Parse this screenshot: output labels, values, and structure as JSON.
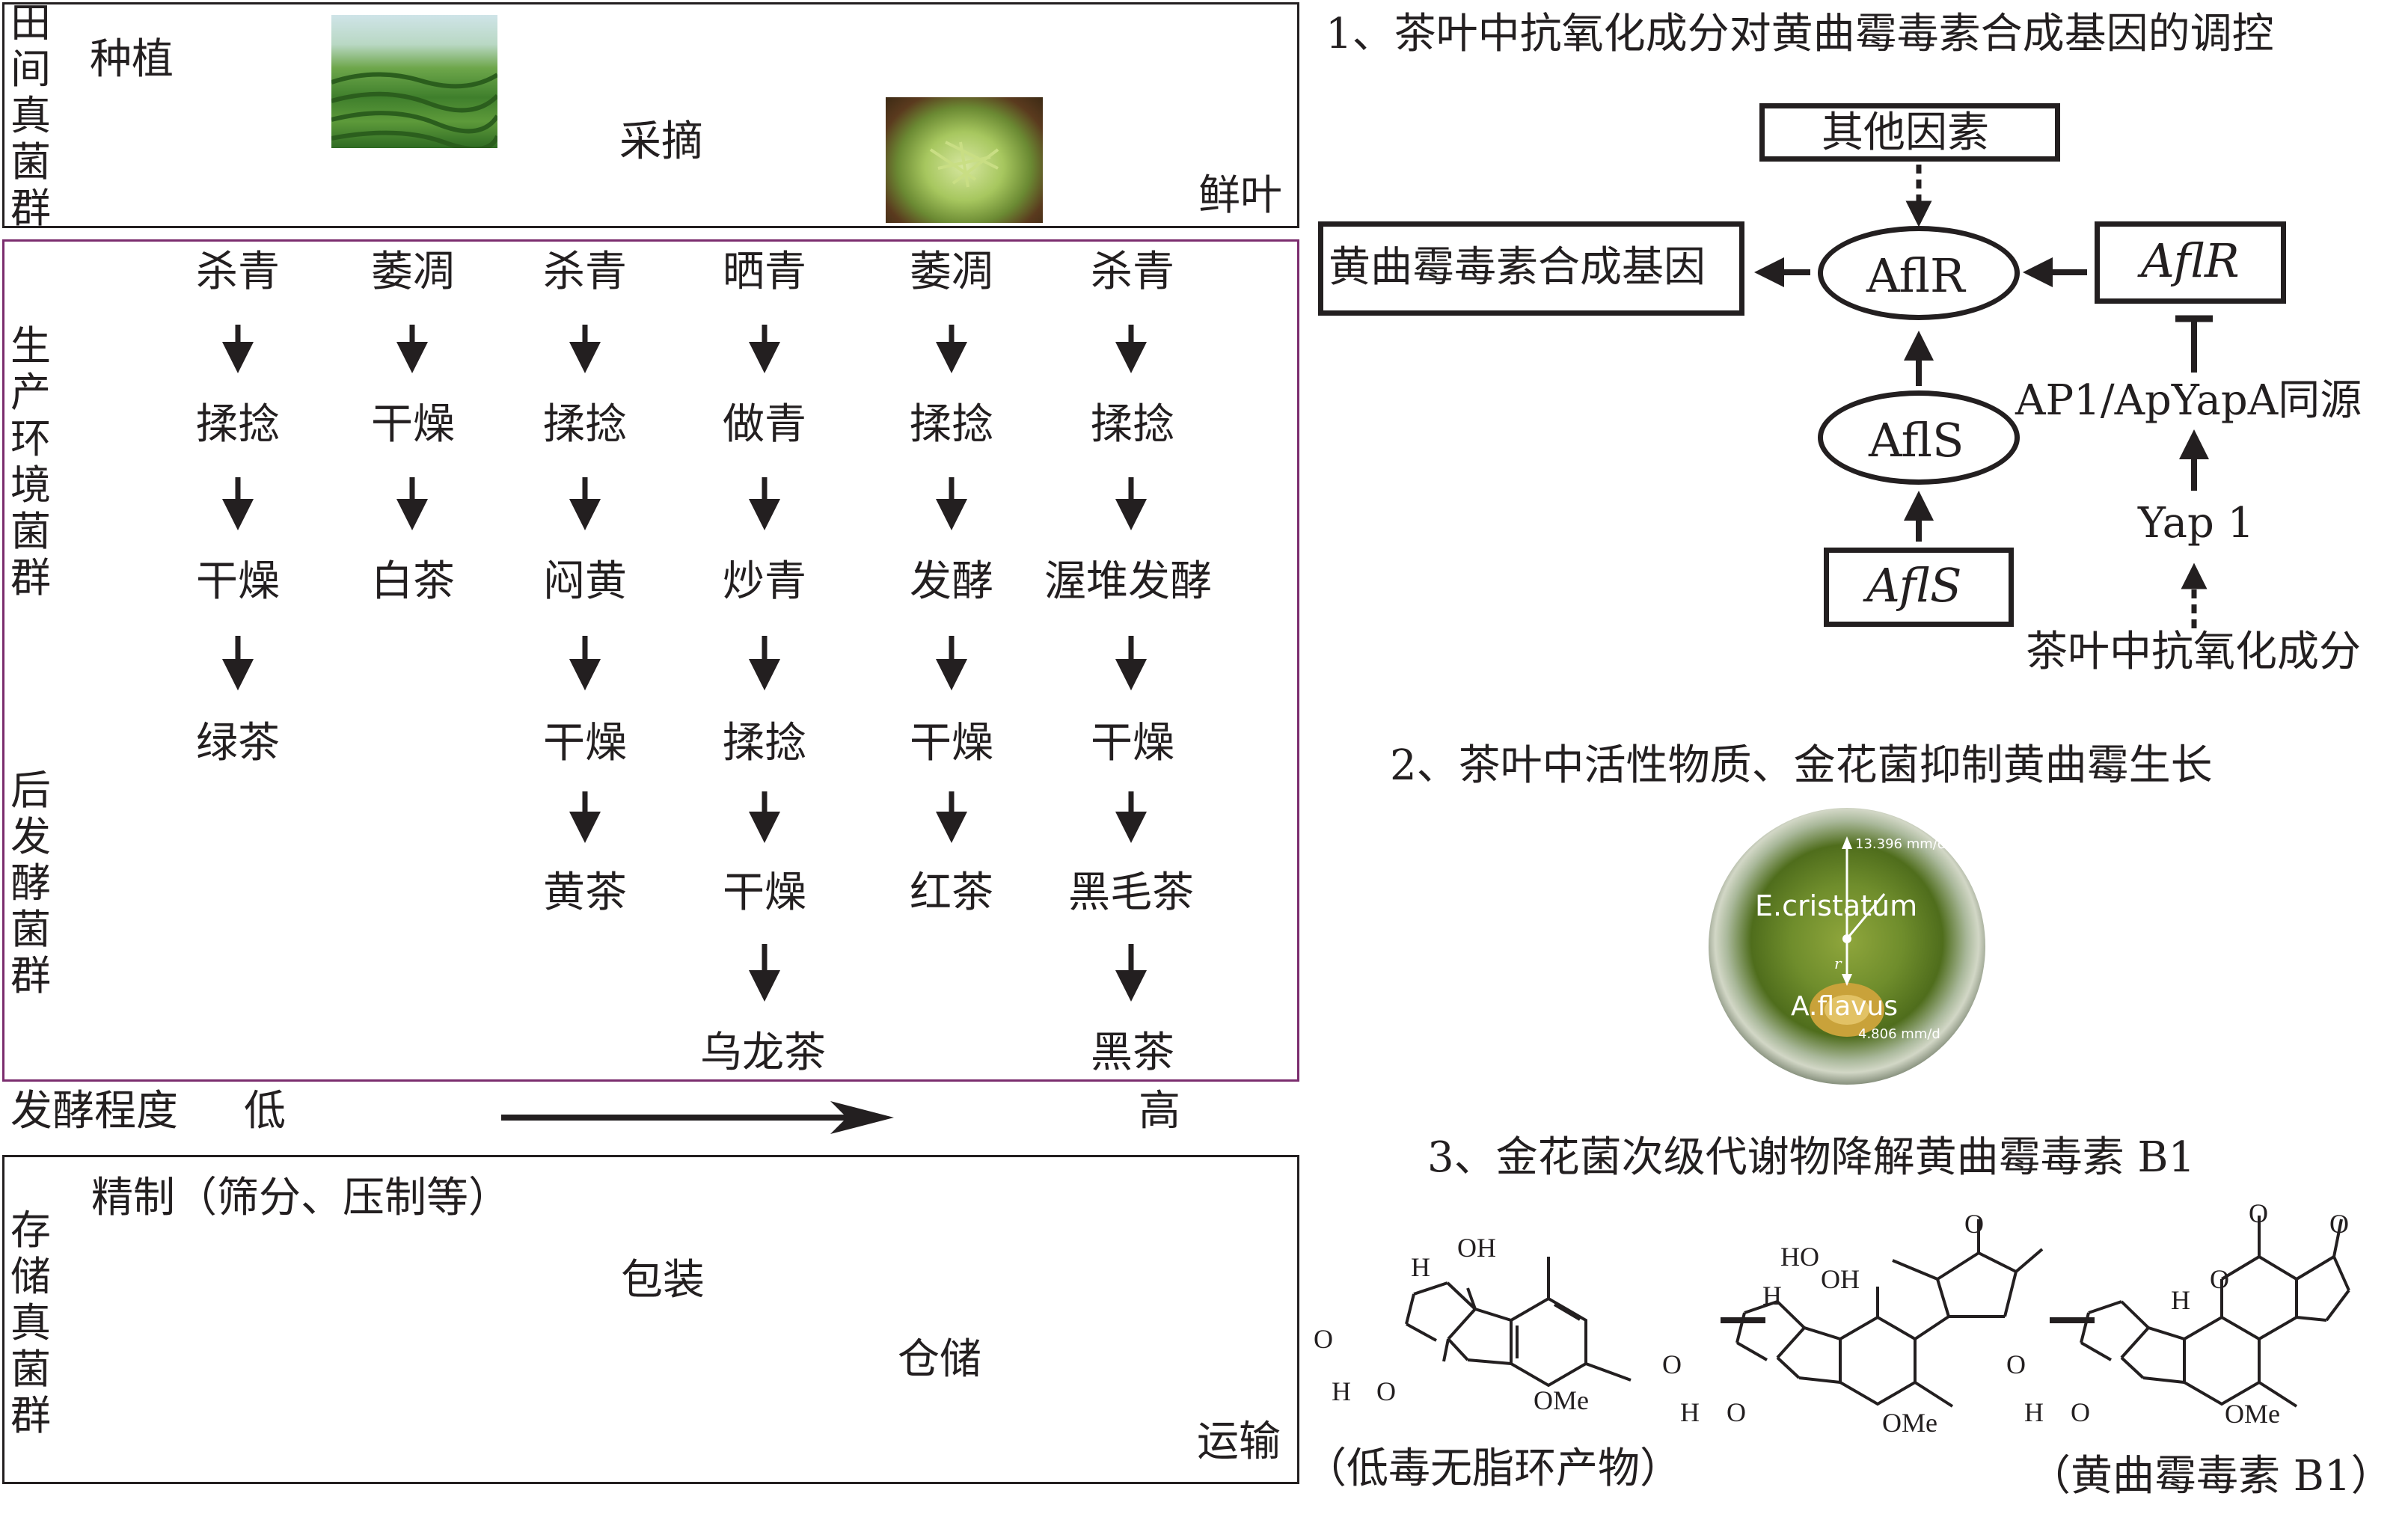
{
  "left": {
    "field": {
      "side_label": "田间真菌群",
      "planting": "种植",
      "picking": "采摘",
      "fresh_leaf": "鲜叶"
    },
    "production": {
      "side_label_top": "生产环境菌群",
      "side_label_bottom": "后发酵菌群",
      "columns": [
        {
          "steps": [
            "杀青",
            "揉捻",
            "干燥",
            "绿茶"
          ]
        },
        {
          "steps": [
            "萎凋",
            "干燥",
            "白茶"
          ]
        },
        {
          "steps": [
            "杀青",
            "揉捻",
            "闷黄",
            "干燥",
            "黄茶"
          ]
        },
        {
          "steps": [
            "晒青",
            "做青",
            "炒青",
            "揉捻",
            "干燥",
            "乌龙茶"
          ]
        },
        {
          "steps": [
            "萎凋",
            "揉捻",
            "发酵",
            "干燥",
            "红茶"
          ]
        },
        {
          "steps": [
            "杀青",
            "揉捻",
            "渥堆发酵",
            "干燥",
            "黑毛茶",
            "黑茶"
          ]
        }
      ]
    },
    "fermentation": {
      "label": "发酵程度",
      "low": "低",
      "high": "高"
    },
    "storage": {
      "side_label": "存储真菌群",
      "refining": "精制（筛分、压制等）",
      "packaging": "包装",
      "warehousing": "仓储",
      "transport": "运输"
    }
  },
  "right": {
    "section1": {
      "title": "1、茶叶中抗氧化成分对黄曲霉毒素合成基因的调控",
      "other_factors": "其他因素",
      "synthesis_genes": "黄曲霉毒素合成基因",
      "aflr_protein": "AflR",
      "aflr_gene": "AflR",
      "afls_protein": "AflS",
      "afls_gene": "AflS",
      "ap1_label": "AP1/ApYapA同源",
      "yap1": "Yap 1",
      "antioxidants": "茶叶中抗氧化成分"
    },
    "section2": {
      "title": "2、茶叶中活性物质、金花菌抑制黄曲霉生长",
      "dish_label_top": "E.cristatum",
      "dish_label_bottom": "A.flavus",
      "rate_top": "13.396 mm/d",
      "rate_bottom": "4.806 mm/d",
      "r_label": "r"
    },
    "section3": {
      "title": "3、金花菌次级代谢物降解黄曲霉毒素 B1",
      "product_label": "（低毒无脂环产物）",
      "toxin_label": "（黄曲霉毒素 B1）",
      "atoms": {
        "h": "H",
        "o": "O",
        "oh": "OH",
        "ho": "HO",
        "ome": "OMe"
      }
    }
  },
  "colors": {
    "field_border": "#231f20",
    "production_border": "#7b2d6e",
    "storage_border": "#231f20",
    "dish_green": "#6f8d2c",
    "text": "#231f20"
  }
}
